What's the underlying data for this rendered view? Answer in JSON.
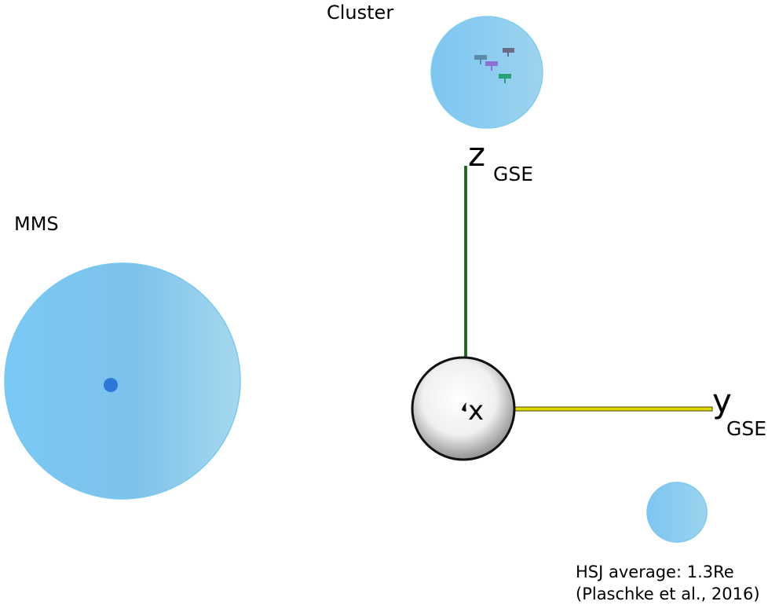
{
  "labels": {
    "cluster": "Cluster",
    "mms": "MMS",
    "z_axis_main": "z",
    "z_axis_sub": "GSE",
    "y_axis_main": "y",
    "y_axis_sub": "GSE",
    "x_axis_label": "x",
    "hsj_note_line1": "HSJ average: 1.3Re",
    "hsj_note_line2": "(Plaschke et al., 2016)"
  },
  "colors": {
    "sphere_blue": "#78c2ea",
    "sphere_blue_light": "#95cfec",
    "sphere_blue_edge": "#8ed1f3",
    "mms_dot": "#2d78d6",
    "z_axis": "#1f6f1f",
    "y_axis": "#dcd700",
    "y_axis_dark": "#4d4a00",
    "earth_dark": "#8a8a8a",
    "earth_light": "#ffffff"
  },
  "icons": {
    "satellite_1": "satellite-icon",
    "satellite_2": "satellite-icon",
    "satellite_3": "satellite-icon",
    "satellite_4": "satellite-icon",
    "earth": "earth-icon"
  }
}
